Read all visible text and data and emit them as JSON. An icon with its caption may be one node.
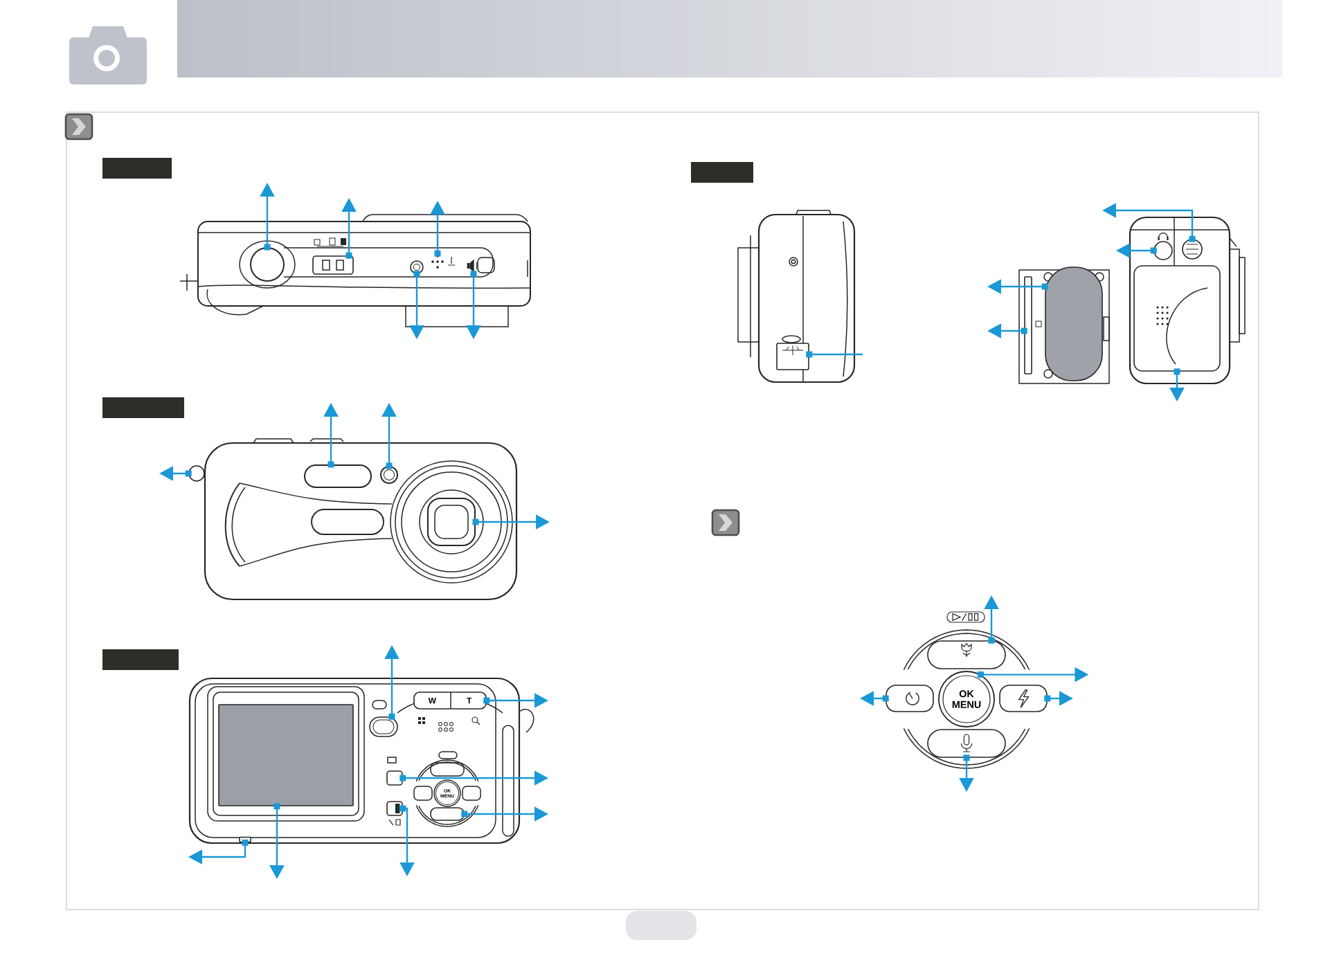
{
  "diagram": {
    "nodes": [
      {
        "text": [],
        "shape": "picture"
      },
      {
        "text": [],
        "shape": "circle",
        "in": 0
      },
      {
        "text": [],
        "shape": "box",
        "in": 0
      },
      {
        "text": [],
        "shape": "picture",
        "in": 0
      },
      {
        "text": [],
        "shape": "circle",
        "in": 0
      },
      {
        "text": [],
        "shape": "picture",
        "in": 0
      },
      {
        "text": [],
        "shape": "picture"
      },
      {
        "text": [],
        "shape": "circle"
      },
      {
        "text": [],
        "shape": "box",
        "in": 6
      },
      {
        "text": [],
        "shape": "circle",
        "in": 6
      },
      {
        "text": [],
        "shape": "box",
        "in": 6
      },
      {
        "text": [],
        "shape": "picture"
      },
      {
        "text": [
          "W",
          "T"
        ],
        "in": 11
      },
      {
        "text": [],
        "shape": "box",
        "in": 11
      },
      {
        "text": [],
        "shape": "box",
        "in": 11
      },
      {
        "text": [],
        "shape": "box",
        "in": 11
      },
      {
        "text": [],
        "shape": "box",
        "in": 11
      },
      {
        "text": [],
        "shape": "box",
        "in": 11
      },
      {
        "text": [],
        "shape": "box",
        "in": 11
      },
      {
        "text": [],
        "shape": "picture"
      },
      {
        "text": [],
        "shape": "box",
        "in": 19
      },
      {
        "text": [],
        "shape": "picture"
      },
      {
        "text": [],
        "shape": "box",
        "in": 21
      },
      {
        "text": [],
        "shape": "box",
        "in": 21
      },
      {
        "text": [],
        "shape": "picture"
      },
      {
        "text": [],
        "shape": "circle",
        "in": 24
      },
      {
        "text": [],
        "shape": "circle",
        "in": 24
      },
      {
        "text": [],
        "shape": "box",
        "in": 24
      },
      {
        "text": [],
        "shape": "picture"
      },
      {
        "text": [],
        "shape": "box",
        "in": 28
      },
      {
        "text": [
          "OK MENU"
        ],
        "in": 28
      },
      {
        "text": [],
        "shape": "box"
      },
      {
        "text": [],
        "shape": "box"
      },
      {
        "text": [],
        "shape": "box",
        "in": 28
      }
    ],
    "edges": [
      {
        "from": 1,
        "to": null,
        "arrow": "to"
      },
      {
        "from": 2,
        "to": null,
        "arrow": "to"
      },
      {
        "from": 3,
        "to": null,
        "arrow": "to"
      },
      {
        "from": 4,
        "to": null,
        "arrow": "to"
      },
      {
        "from": 5,
        "to": null,
        "arrow": "to"
      },
      {
        "from": 7,
        "to": null,
        "arrow": "to"
      },
      {
        "from": 8,
        "to": null,
        "arrow": "to"
      },
      {
        "from": 9,
        "to": null,
        "arrow": "to"
      },
      {
        "from": 10,
        "to": null,
        "arrow": "to"
      },
      {
        "from": 12,
        "to": null,
        "arrow": "to"
      },
      {
        "from": 13,
        "to": null,
        "arrow": "to"
      },
      {
        "from": 14,
        "to": null,
        "arrow": "to"
      },
      {
        "from": 15,
        "to": null,
        "arrow": "to"
      },
      {
        "from": 16,
        "to": null,
        "arrow": "to"
      },
      {
        "from": 17,
        "to": null,
        "arrow": "to"
      },
      {
        "from": 18,
        "to": null,
        "arrow": "to"
      },
      {
        "from": 20,
        "to": null,
        "arrow": "other"
      },
      {
        "from": 22,
        "to": null,
        "arrow": "to"
      },
      {
        "from": 23,
        "to": null,
        "arrow": "to"
      },
      {
        "from": 25,
        "to": null,
        "arrow": "to"
      },
      {
        "from": 26,
        "to": null,
        "arrow": "to"
      },
      {
        "from": 27,
        "to": null,
        "arrow": "to"
      },
      {
        "from": 29,
        "to": null,
        "arrow": "to"
      },
      {
        "from": 30,
        "to": null,
        "arrow": "to"
      },
      {
        "from": 31,
        "to": null,
        "arrow": "to"
      },
      {
        "from": 32,
        "to": null,
        "arrow": "to"
      },
      {
        "from": 33,
        "to": null,
        "arrow": "to"
      }
    ],
    "labels": [
      "OK MENU"
    ]
  }
}
